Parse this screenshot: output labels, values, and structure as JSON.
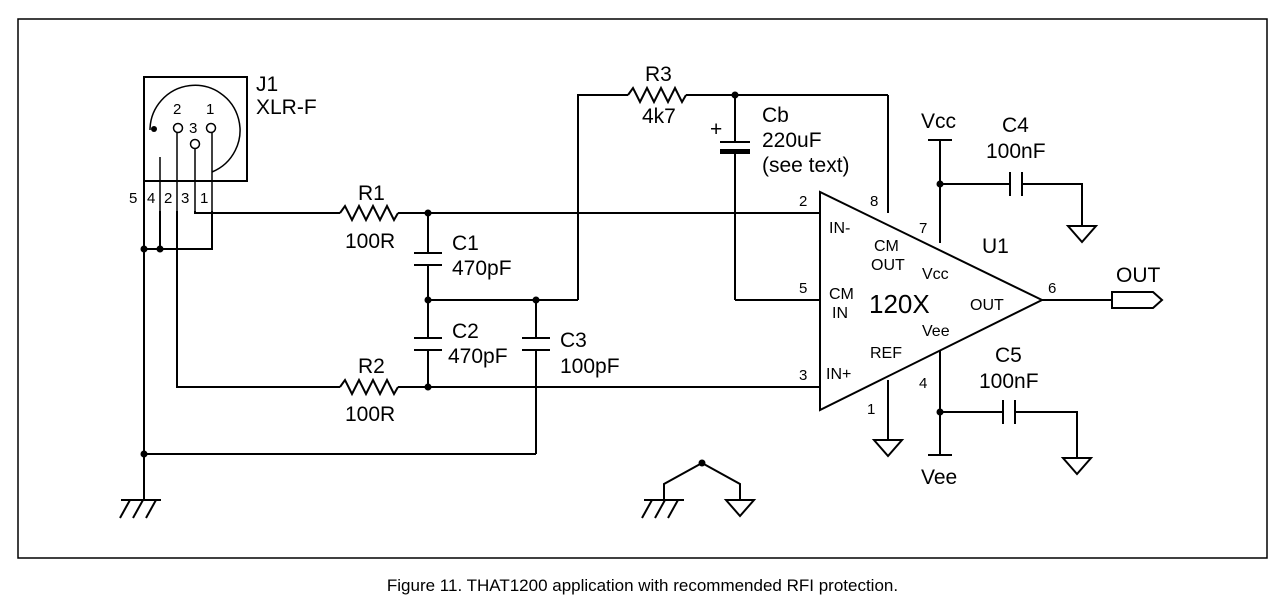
{
  "connector": {
    "ref": "J1",
    "type": "XLR-F",
    "pin1": "1",
    "pin2": "2",
    "pin3": "3",
    "terminals": [
      "5",
      "4",
      "2",
      "3",
      "1"
    ]
  },
  "r1": {
    "ref": "R1",
    "value": "100R"
  },
  "r2": {
    "ref": "R2",
    "value": "100R"
  },
  "r3": {
    "ref": "R3",
    "value": "4k7"
  },
  "c1": {
    "ref": "C1",
    "value": "470pF"
  },
  "c2": {
    "ref": "C2",
    "value": "470pF"
  },
  "c3": {
    "ref": "C3",
    "value": "100pF"
  },
  "cb": {
    "ref": "Cb",
    "value": "220uF",
    "note": "(see text)",
    "polarity": "+"
  },
  "c4": {
    "ref": "C4",
    "value": "100nF"
  },
  "c5": {
    "ref": "C5",
    "value": "100nF"
  },
  "u1": {
    "ref": "U1",
    "part": "120X",
    "pin_labels": {
      "in_minus": "IN-",
      "cm_out_1": "CM",
      "cm_out_2": "OUT",
      "cm_in_1": "CM",
      "cm_in_2": "IN",
      "in_plus": "IN+",
      "ref": "REF",
      "vcc": "Vcc",
      "vee": "Vee",
      "out": "OUT"
    },
    "pin_numbers": {
      "in_minus": "2",
      "cm_out": "8",
      "cm_in": "5",
      "in_plus": "3",
      "ref": "1",
      "vcc": "7",
      "vee": "4",
      "out": "6"
    }
  },
  "rails": {
    "vcc": "Vcc",
    "vee": "Vee"
  },
  "output": {
    "label": "OUT"
  },
  "caption": "Figure 11. THAT1200 application with recommended RFI protection."
}
